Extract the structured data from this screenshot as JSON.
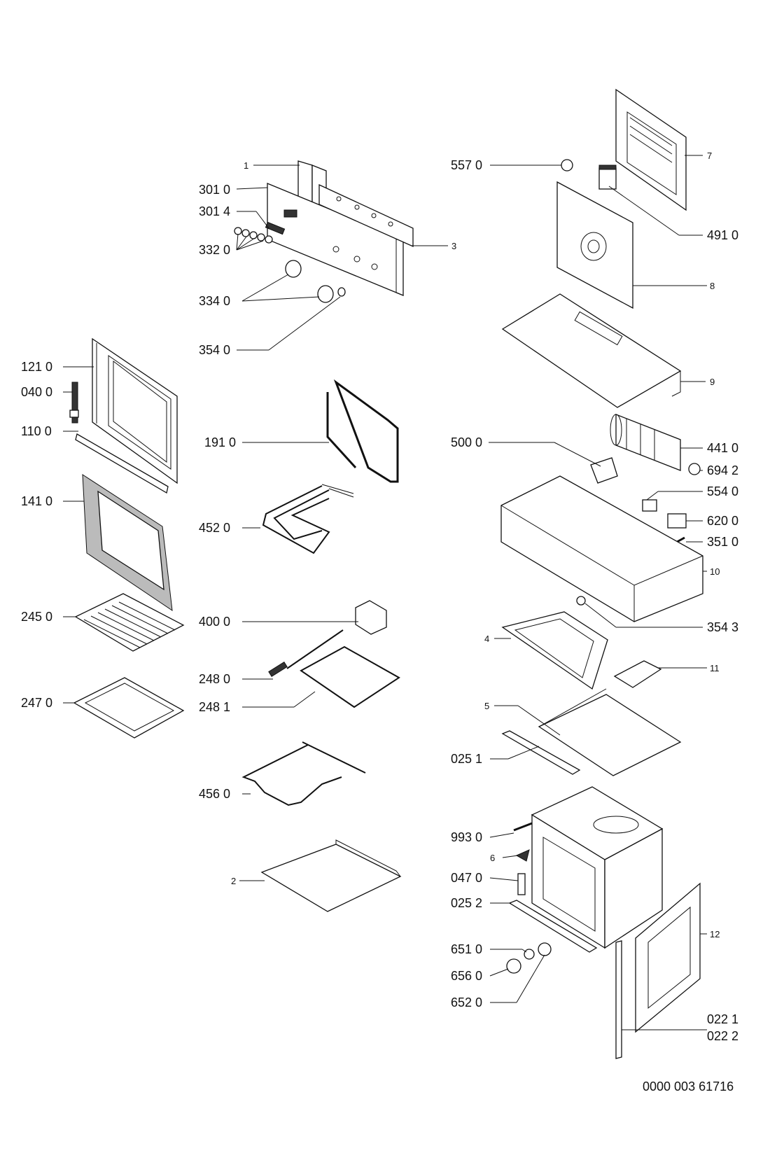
{
  "document_number": "0000 003 61716",
  "labels": {
    "l1": "1",
    "l301_0": "301 0",
    "l301_4": "301 4",
    "l332_0": "332 0",
    "l3": "3",
    "l334_0": "334 0",
    "l354_0": "354 0",
    "l121_0": "121 0",
    "l040_0": "040 0",
    "l110_0": "110 0",
    "l191_0": "191 0",
    "l141_0": "141 0",
    "l452_0": "452 0",
    "l245_0": "245 0",
    "l400_0": "400 0",
    "l248_0": "248 0",
    "l247_0": "247 0",
    "l248_1": "248 1",
    "l456_0": "456 0",
    "l2": "2",
    "l557_0": "557 0",
    "l7": "7",
    "l491_0": "491 0",
    "l8": "8",
    "l9": "9",
    "l500_0": "500 0",
    "l441_0": "441 0",
    "l694_2": "694 2",
    "l554_0": "554 0",
    "l620_0": "620 0",
    "l351_0": "351 0",
    "l10": "10",
    "l354_3": "354 3",
    "l4": "4",
    "l11": "11",
    "l5": "5",
    "l025_1": "025 1",
    "l993_0": "993 0",
    "l6": "6",
    "l047_0": "047 0",
    "l025_2": "025 2",
    "l651_0": "651 0",
    "l656_0": "656 0",
    "l652_0": "652 0",
    "l12": "12",
    "l022_1": "022 1",
    "l022_2": "022 2"
  }
}
